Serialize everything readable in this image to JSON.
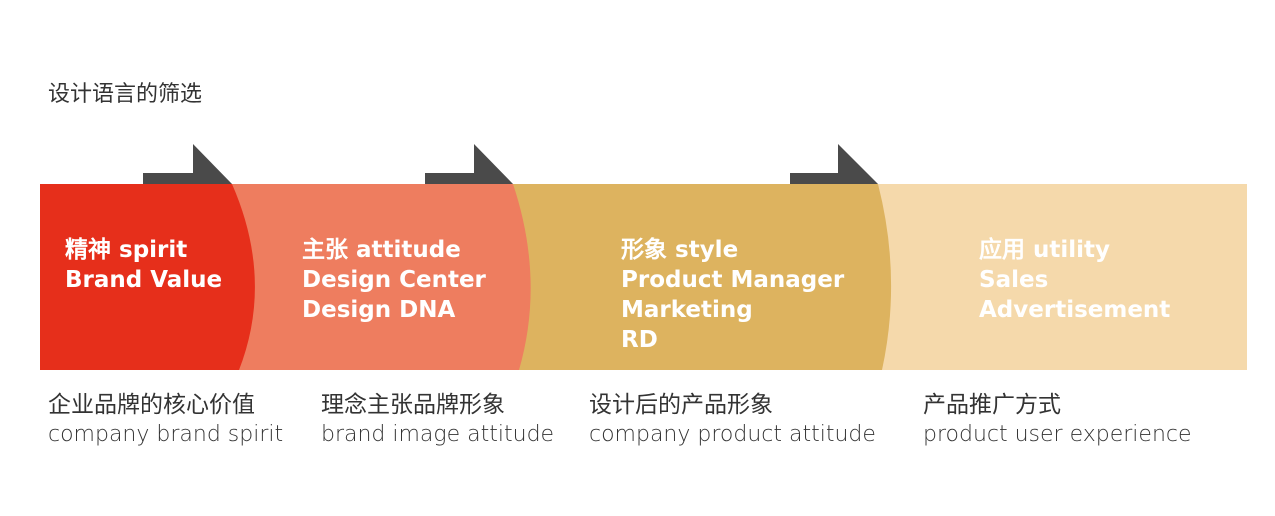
{
  "title": "设计语言的筛选",
  "colors": {
    "stage1": "#E62F1B",
    "stage2": "#EE7D5F",
    "stage3": "#DDB35F",
    "stage4": "#F5D9AB",
    "arrow": "#4A4A4A"
  },
  "stages": [
    {
      "lines": [
        "精神 spirit",
        "Brand Value"
      ],
      "caption_cn": "企业品牌的核心价值",
      "caption_en": "company brand spirit"
    },
    {
      "lines": [
        "主张 attitude",
        "Design Center",
        "Design DNA"
      ],
      "caption_cn": "理念主张品牌形象",
      "caption_en": "brand image attitude"
    },
    {
      "lines": [
        "形象 style",
        "Product Manager",
        "Marketing",
        "RD"
      ],
      "caption_cn": "设计后的产品形象",
      "caption_en": "company product attitude"
    },
    {
      "lines": [
        "应用 utility",
        "Sales",
        "Advertisement"
      ],
      "caption_cn": "产品推广方式",
      "caption_en": "product user experience"
    }
  ]
}
